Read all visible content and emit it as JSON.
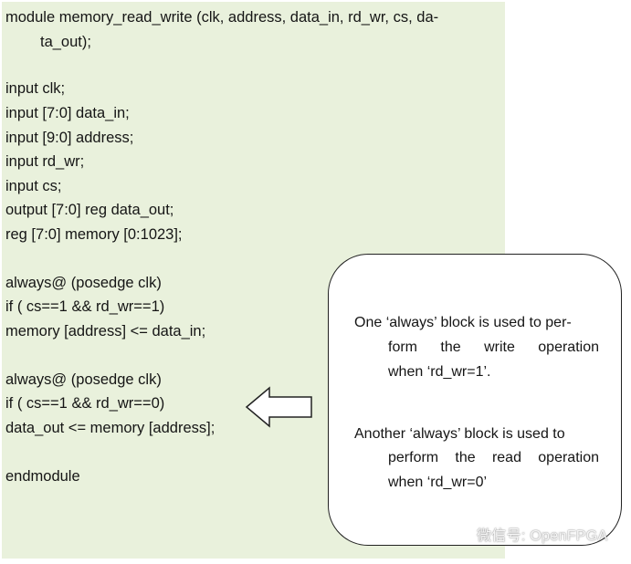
{
  "code": {
    "lines": [
      "module memory_read_write (clk, address, data_in, rd_wr, cs, da-",
      "ta_out);",
      "input clk;",
      "input [7:0] data_in;",
      "input [9:0] address;",
      "input rd_wr;",
      "input cs;",
      "output [7:0] reg data_out;",
      "reg [7:0] memory [0:1023];",
      "always@ (posedge clk)",
      "if ( cs==1 && rd_wr==1)",
      "memory [address] <= data_in;",
      "always@ (posedge clk)",
      "if ( cs==1 && rd_wr==0)",
      "data_out <= memory [address];",
      "endmodule"
    ]
  },
  "callout": {
    "note1": {
      "line1": "One ‘always’ block is used to per-",
      "line2": "form the write operation",
      "line3": "when ‘rd_wr=1’."
    },
    "note2": {
      "line1": "Another ‘always’ block is used to",
      "line2": "perform the read operation",
      "line3": "when ‘rd_wr=0’"
    }
  },
  "watermark": {
    "text": "微信号: OpenFPGA"
  },
  "colors": {
    "panel": "#e9f1dc",
    "text": "#151515",
    "border": "#222222"
  }
}
